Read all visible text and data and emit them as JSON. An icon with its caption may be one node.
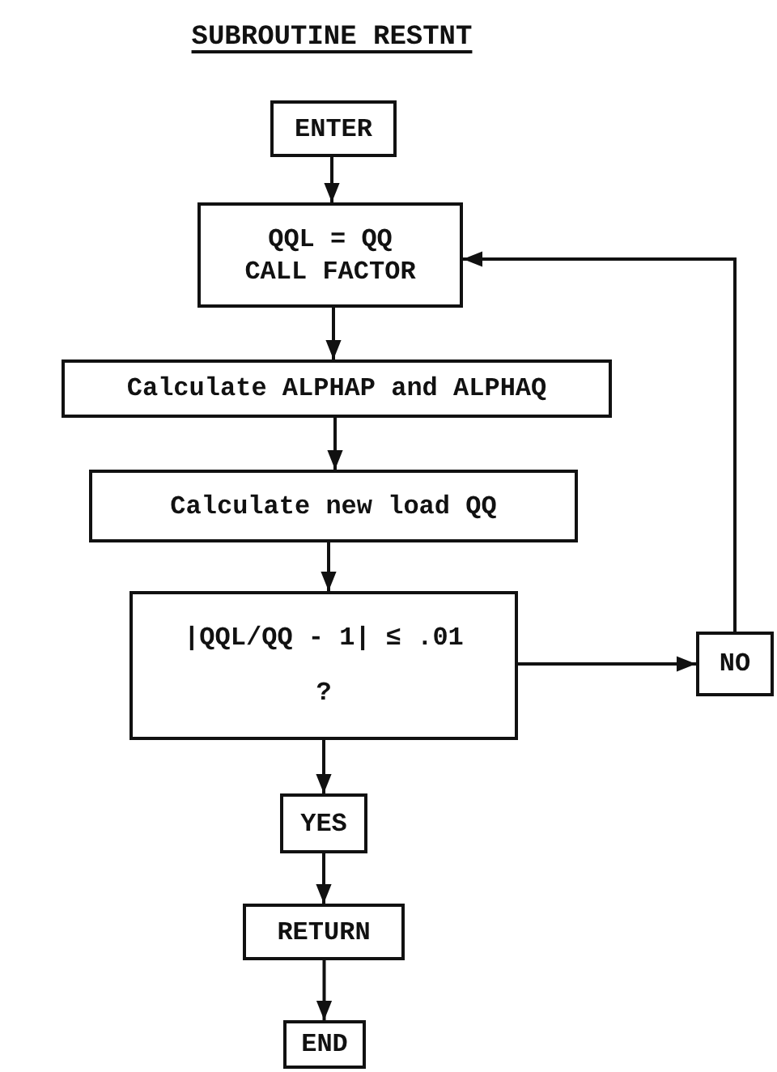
{
  "diagram": {
    "title": "SUBROUTINE RESTNT",
    "nodes": [
      {
        "text": [
          "ENTER"
        ]
      },
      {
        "text": [
          "QQL = QQ",
          "CALL FACTOR"
        ]
      },
      {
        "text": [
          "Calculate ALPHAP and ALPHAQ"
        ]
      },
      {
        "text": [
          "Calculate new load QQ"
        ]
      },
      {
        "text": [
          "|QQL/QQ - 1| ≤ .01",
          "?"
        ]
      },
      {
        "text": [
          "NO"
        ]
      },
      {
        "text": [
          "YES"
        ]
      },
      {
        "text": [
          "RETURN"
        ]
      },
      {
        "text": [
          "END"
        ]
      }
    ],
    "edges": [
      {
        "from": 0,
        "to": 1,
        "arrow": "to"
      },
      {
        "from": 1,
        "to": 2,
        "arrow": "to"
      },
      {
        "from": 2,
        "to": 3,
        "arrow": "to"
      },
      {
        "from": 3,
        "to": 4,
        "arrow": "to"
      },
      {
        "from": 4,
        "to": 5,
        "arrow": "to"
      },
      {
        "from": 5,
        "to": 1,
        "arrow": "to"
      },
      {
        "from": 4,
        "to": 6,
        "arrow": "to"
      },
      {
        "from": 6,
        "to": 7,
        "arrow": "to"
      },
      {
        "from": 7,
        "to": 8,
        "arrow": "to"
      }
    ]
  }
}
